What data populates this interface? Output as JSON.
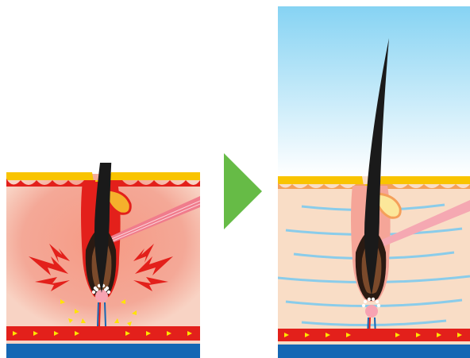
{
  "diagram": {
    "panels": [
      {
        "id": "before",
        "state": "irritated skin"
      },
      {
        "id": "after",
        "state": "soothed skin"
      }
    ],
    "transition_icon": "play-arrow-icon",
    "colors": {
      "arrow": "#66bb46",
      "sky_top": "#86d3f3",
      "sky_bottom": "#ffffff",
      "surface_yellow": "#f9c400",
      "surface_red": "#e3201b",
      "inflamed_dermis": "#f4a897",
      "calm_dermis": "#f9ddc6",
      "hair": "#1a1a1a",
      "bulb": "#7b4a2b",
      "sebaceous_gland": "#f5b12c",
      "muscle": "#f07c8c",
      "blood_vessel": "#d8261f",
      "vein": "#1467b4",
      "irritation_bolt": "#e3201b",
      "spark": "#ffe400",
      "moisture_lines": "#7ecbef"
    }
  }
}
